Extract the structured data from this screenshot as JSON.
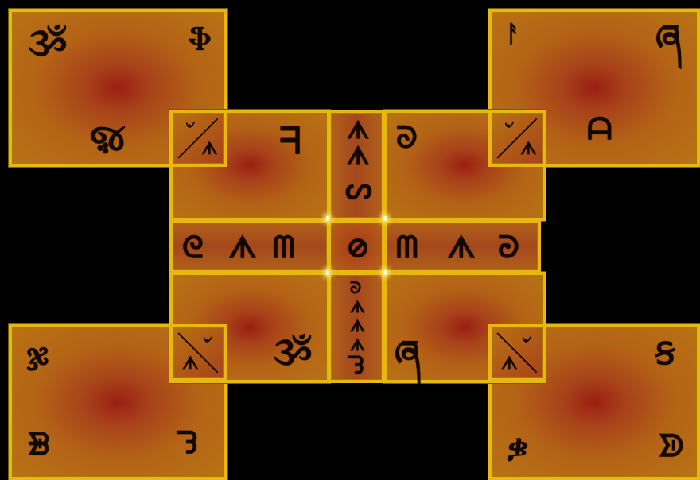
{
  "board": {
    "colors": {
      "gold_border": "#e8b810",
      "panel_center": "#9a1f12",
      "panel_edge": "#b87214",
      "glyph": "#120800",
      "background": "#000000"
    }
  },
  "corner_panels": {
    "top_left": {
      "top_left": "ૐ",
      "top_right": "ֆ",
      "bottom": "ૹ"
    },
    "top_right": {
      "top_left": "ᚨ",
      "top_right": "ཞ",
      "bottom": "ᗩ"
    },
    "bottom_left": {
      "top_left": "ჯ",
      "bottom_left": "ᗾ",
      "bottom_right": "ᘊ"
    },
    "bottom_right": {
      "top_right": "Ꞩ",
      "bottom_left": "ቌ",
      "bottom_right": "ᗥ"
    }
  },
  "inner_corners": {
    "mark_a": "৺",
    "mark_b": "ᗑ"
  },
  "center_panels": {
    "upper_left": "ᖷ",
    "upper_right": "ᘐ",
    "lower_left": "ૐ",
    "lower_right": "ཞ"
  },
  "strips": {
    "top": [
      "ᗑ",
      "ᗑ",
      "ᔕ"
    ],
    "bottom": [
      "ᘐ",
      "ᗑ",
      "ᗑ",
      "ᗑ",
      "ᘊ"
    ],
    "left": [
      "ᘓ",
      "ᗑ",
      "ᗰ"
    ],
    "right": [
      "ᗰ",
      "ᗑ",
      "ᘒ"
    ]
  },
  "hub": {
    "glyph": "⊘"
  }
}
